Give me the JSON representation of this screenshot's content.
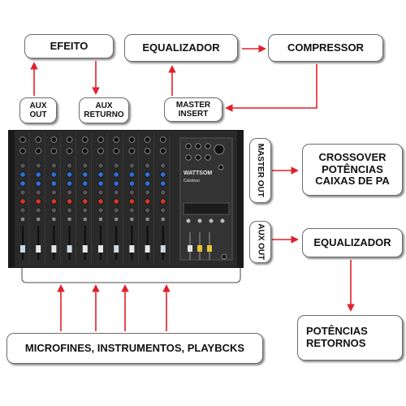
{
  "diagram": {
    "nodes": {
      "efeito": "EFEITO",
      "equalizador_top": "EQUALIZADOR",
      "compressor": "COMPRESSOR",
      "aux_out": [
        "AUX",
        "OUT"
      ],
      "aux_retorno": [
        "AUX",
        "RETURNO"
      ],
      "master_insert": [
        "MASTER",
        "INSERT"
      ],
      "master_out": "MASTER OUT",
      "crossover": [
        "CROSSOVER",
        "POTÊNCIAS",
        "CAIXAS DE PA"
      ],
      "aux_out_side": "AUX OUT",
      "equalizador_right": "EQUALIZADOR",
      "potencias_retornos": [
        "POTÊNCIAS",
        "RETORNOS"
      ],
      "inputs": "MICROFINES, INSTRUMENTOS, PLAYBCKS"
    },
    "mixer": {
      "brand": "WATTSOM",
      "sub_brand": "Ciclotron"
    },
    "colors": {
      "arrow": "#e0202a",
      "border": "#6d6d6d",
      "mixer_body": "#2a2a2a",
      "knob_blue": "#2f6fd6",
      "knob_red": "#d23a2a"
    }
  }
}
